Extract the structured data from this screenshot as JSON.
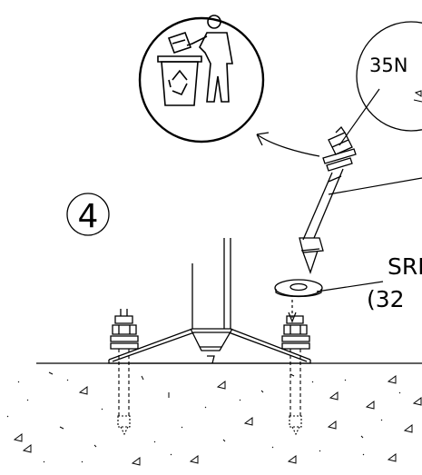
{
  "step": {
    "number": "4"
  },
  "callouts": {
    "torque_text": "35N",
    "anchor_label_line1": "SRI",
    "anchor_label_line2": "(32"
  },
  "icons": {
    "recycle_bin": "waste-bin-recycle-icon"
  },
  "colors": {
    "stroke": "#000000",
    "background": "#ffffff"
  }
}
